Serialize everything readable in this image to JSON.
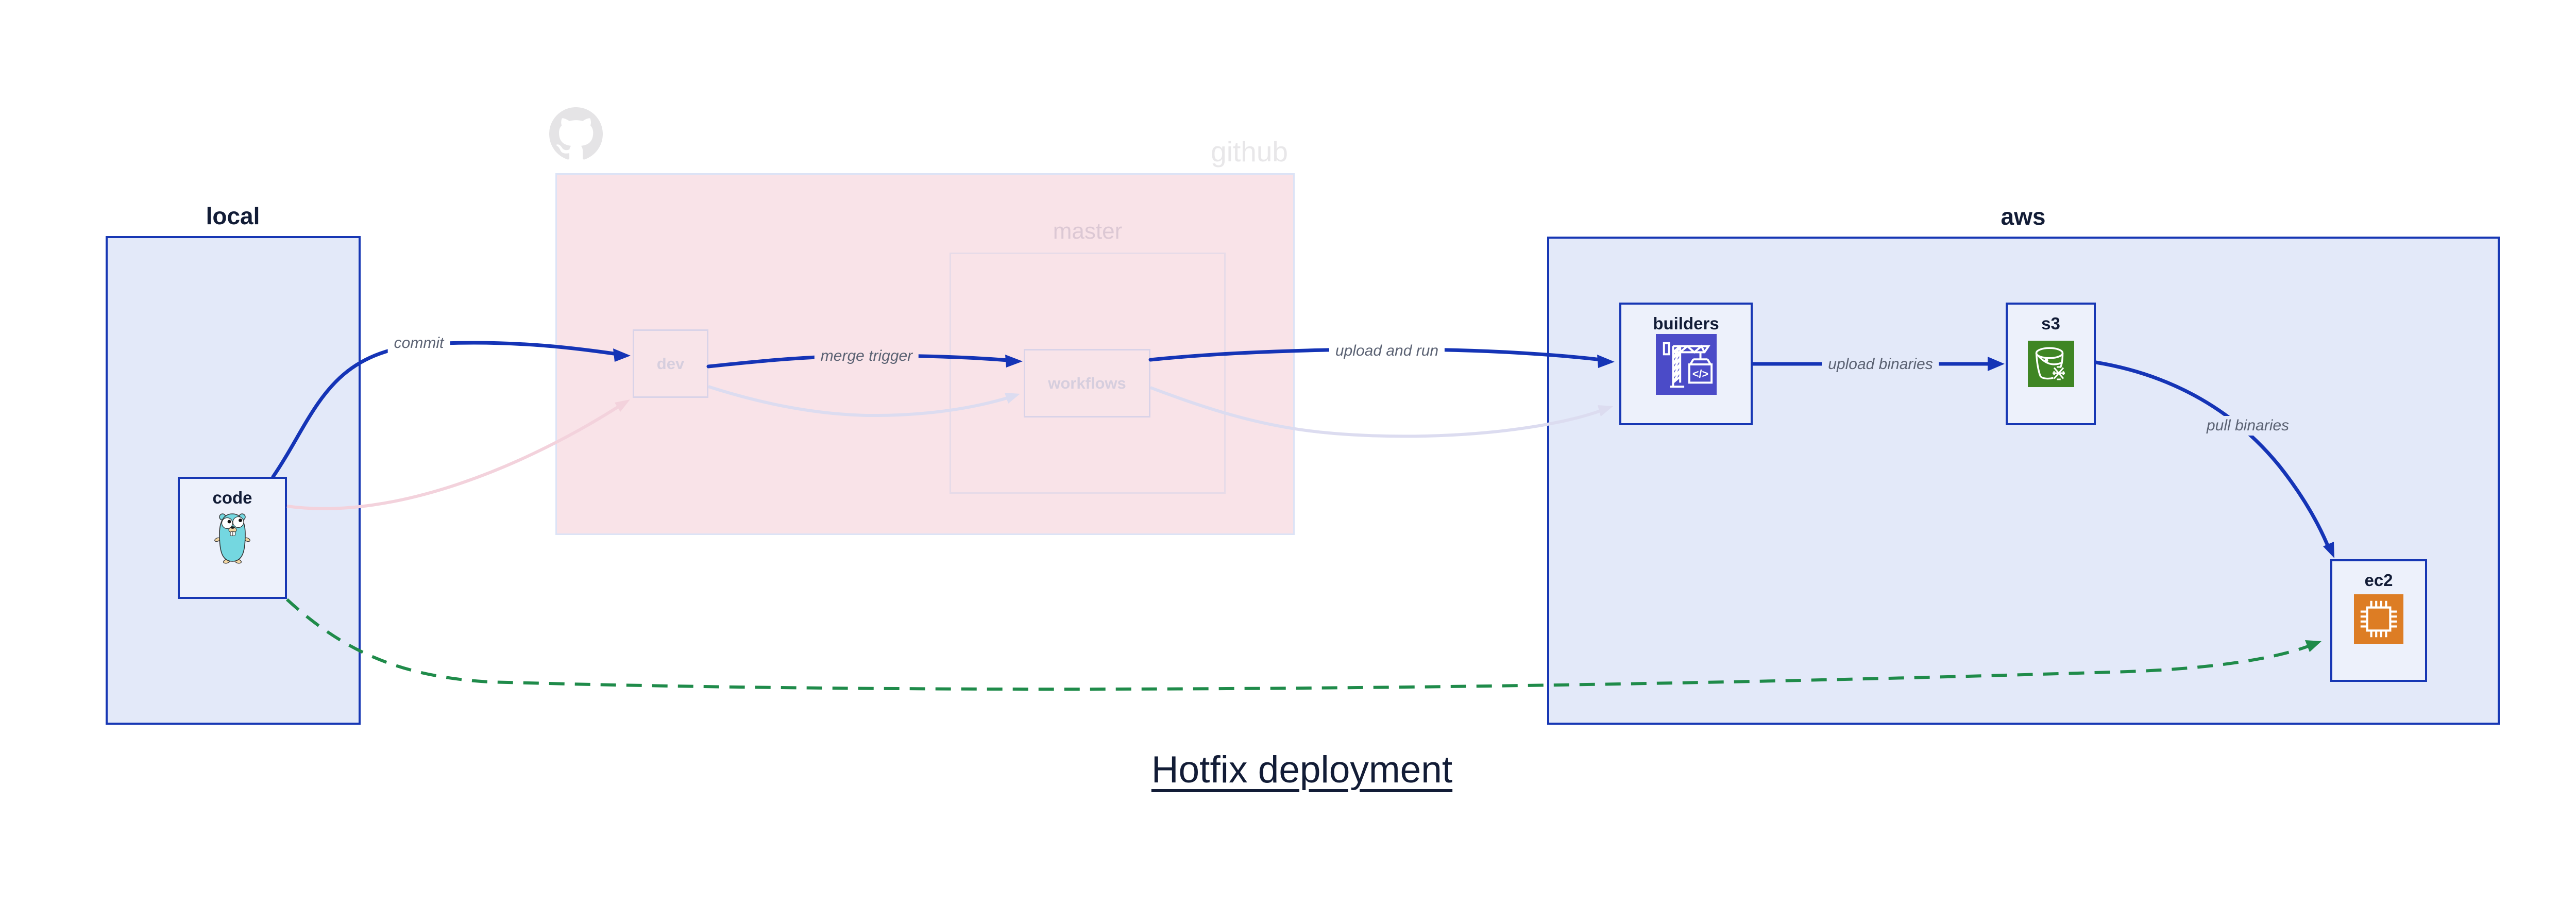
{
  "title": "Hotfix deployment",
  "groups": {
    "local": {
      "label": "local"
    },
    "github": {
      "label": "github"
    },
    "master": {
      "label": "master"
    },
    "aws": {
      "label": "aws"
    }
  },
  "nodes": {
    "code": {
      "label": "code",
      "icon": "go-gopher-icon"
    },
    "dev": {
      "label": "dev"
    },
    "workflows": {
      "label": "workflows"
    },
    "builders": {
      "label": "builders",
      "icon": "codebuild-crane-icon"
    },
    "s3": {
      "label": "s3",
      "icon": "s3-bucket-icon"
    },
    "ec2": {
      "label": "ec2",
      "icon": "ec2-chip-icon"
    }
  },
  "edges": {
    "commit": {
      "label": "commit",
      "style": "solid-blue"
    },
    "merge_trigger": {
      "label": "merge trigger",
      "style": "solid-blue"
    },
    "upload_and_run": {
      "label": "upload and run",
      "style": "solid-blue"
    },
    "upload_binaries": {
      "label": "upload binaries",
      "style": "solid-blue"
    },
    "pull_binaries": {
      "label": "pull binaries",
      "style": "solid-blue"
    },
    "hotfix_direct": {
      "label": "",
      "style": "dashed-green"
    },
    "code_to_dev_faded": {
      "label": "",
      "style": "faded-pink"
    },
    "dev_to_workflows_faded": {
      "label": "",
      "style": "faded-lavender"
    },
    "workflows_to_builders_faded": {
      "label": "",
      "style": "faded-lavender"
    }
  },
  "colors": {
    "edge-blue": "#1534b6",
    "edge-green": "#1f8b4a",
    "edge-faded-pink": "#f3d2dc",
    "edge-faded-lavender": "#dcdcf0",
    "group-blue-fill": "#e3e9f9",
    "group-blue-border": "#1737b4",
    "github-fill": "#f9e3e8",
    "github-border": "#dce3f6",
    "github-text-gray": "#e8e7e9",
    "github-logo-gray": "#e5e4e6",
    "master-border": "#e7dbe8",
    "faded-master-text": "#dcc8d4",
    "node-fill": "#edf1fb",
    "faded-node-fill": "#f8e4e9",
    "faded-node-border": "#d9d3e8",
    "faded-node-text": "#d6cede",
    "navy-text": "#121c36",
    "label-gray": "#5b6273",
    "codebuild-indigo": "#4b4bc8",
    "s3-green": "#3f8624",
    "ec2-orange": "#dd7d24",
    "gopher-teal": "#74d7e0"
  }
}
